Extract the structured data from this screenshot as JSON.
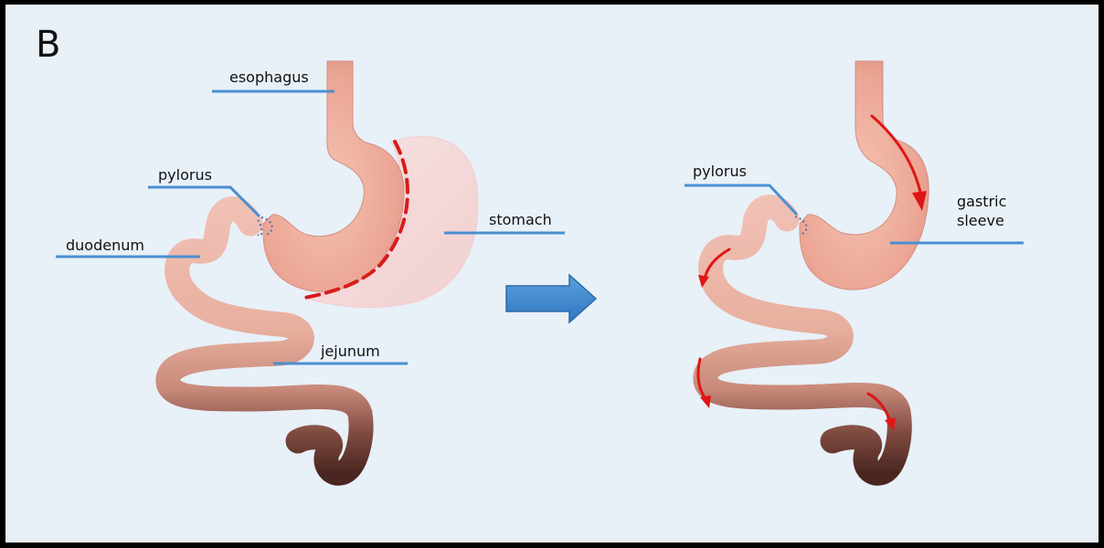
{
  "panel_label": "B",
  "before": {
    "labels": {
      "esophagus": "esophagus",
      "pylorus": "pylorus",
      "duodenum": "duodenum",
      "stomach": "stomach",
      "jejunum": "jejunum"
    }
  },
  "after": {
    "labels": {
      "pylorus": "pylorus",
      "gastric_sleeve_line1": "gastric",
      "gastric_sleeve_line2": "sleeve"
    }
  },
  "colors": {
    "background": "#e8f0f8",
    "leader_line": "#4a8fd0",
    "cut_line": "#d81b1b",
    "flow_arrow": "#e01515",
    "transition_arrow": "#3a86cc",
    "stomach_tissue": "#eba594",
    "removed_tissue": "#f5d8d8",
    "jejunum_dark": "#5a2e28"
  }
}
